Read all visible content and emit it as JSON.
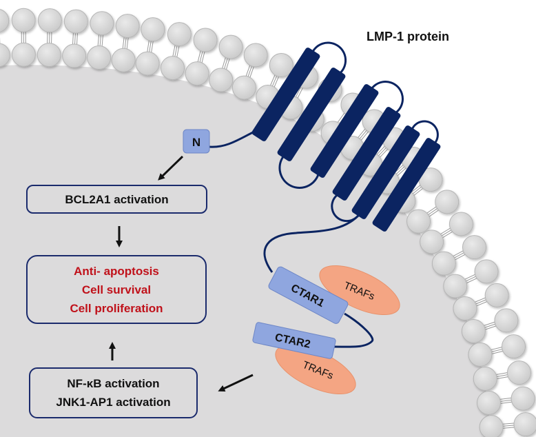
{
  "title": "LMP-1 protein",
  "n_terminus_label": "N",
  "domains": {
    "ctar1_label": "CTAR1",
    "ctar2_label": "CTAR2",
    "traf1_label": "TRAFs",
    "traf2_label": "TRAFs"
  },
  "boxes": {
    "bcl2a1": "BCL2A1 activation",
    "outcomes": [
      "Anti- apoptosis",
      "Cell survival",
      "Cell proliferation"
    ],
    "nfkb": [
      "NF-κB activation",
      "JNK1-AP1 activation"
    ]
  },
  "colors": {
    "protein": "#0b2461",
    "cytoplasm": "#dcdbdc",
    "lipid_head": "#d6d6d6",
    "domain_fill": "#8fa6df",
    "traf_fill": "#f4a583",
    "outcome_text": "#c0111a",
    "box_border": "#1a2a6c"
  }
}
